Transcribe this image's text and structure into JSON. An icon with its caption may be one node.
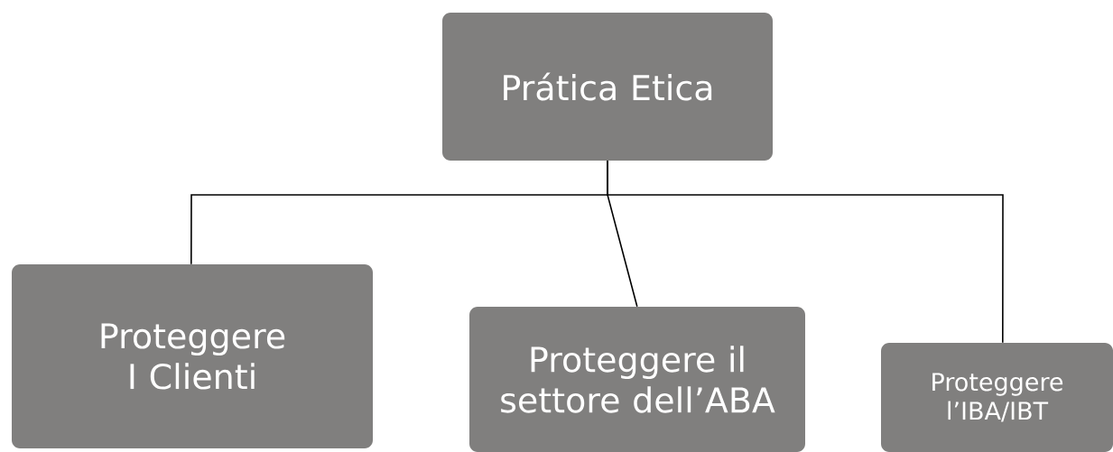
{
  "diagram": {
    "nodes": [
      {
        "text": [
          "Prática Etica"
        ]
      },
      {
        "text": [
          "Proteggere I Clienti"
        ]
      },
      {
        "text": [
          "Proteggere il settore dell’ABA"
        ]
      },
      {
        "text": [
          "Proteggere l’IBA/IBT"
        ]
      }
    ],
    "edges": [
      {
        "from": 0,
        "to": 1,
        "arrow": "none"
      },
      {
        "from": 0,
        "to": 2,
        "arrow": "none"
      },
      {
        "from": 0,
        "to": 3,
        "arrow": "none"
      }
    ]
  }
}
